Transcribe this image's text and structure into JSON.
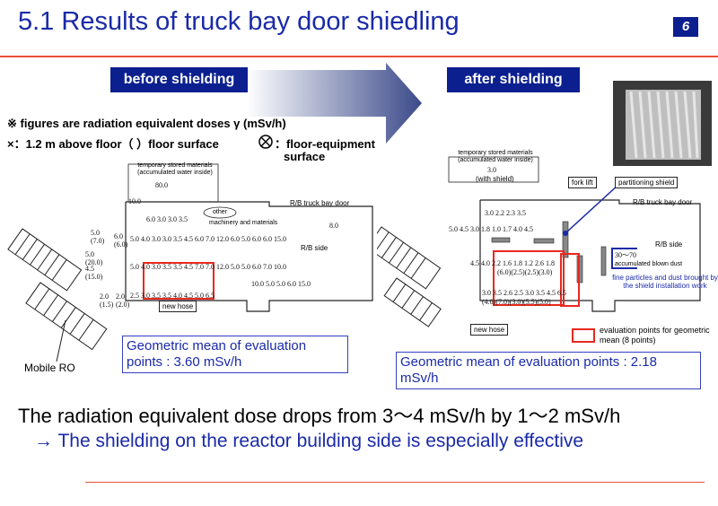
{
  "header": {
    "title": "5.1 Results of truck bay door shiedling",
    "page_number": "6"
  },
  "tags": {
    "before": "before shielding",
    "after": "after shielding"
  },
  "notes": {
    "line1": "※  figures are radiation equivalent doses γ (mSv/h)",
    "line2": "×：1.2 m above floor（  ）floor surface",
    "line2b": "：floor-equipment",
    "line3": "surface"
  },
  "before_map": {
    "temp_label": "temporary stored materials (accumulated water inside)",
    "temp_value": "80.0",
    "truck_door": "R/B truck bay door",
    "other": "other",
    "machinery": "machinery and materials",
    "rb_side": "R/B side",
    "new_hose": "new hose",
    "mobile_ro": "Mobile RO",
    "rows": [
      "10.0",
      "6.0  3.0  3.0  3.5",
      "5.0  4.0  3.0  3.0  3.5  4.5  6.0  7.0  12.0  6.0  5.0  6.0  6.0  15.0",
      "5.0  4.0  3.0  3.5  3.5  4.5  7.0  7.0  12.0  5.0  5.0  6.0  7.0  10.0",
      "2.5  3.0  3.5  3.5  4.0  4.5  5.0  6.5",
      "10.0  5.0  5.0  6.0  15.0"
    ],
    "side_vals": [
      "5.0 (7.0)",
      "6.0 (6.0)",
      "5.0 (20.0)",
      "4.5 (15.0)",
      "2.0 (1.5)",
      "2.0 (2.0)",
      "8.0"
    ],
    "mean": "Geometric mean of evaluation points : 3.60 mSv/h"
  },
  "after_map": {
    "temp_label": "temporary stored materials (accumulated water inside)",
    "temp_value": "3.0",
    "with_shield": "(with shield)",
    "fork_lift": "fork lift",
    "partition": "partitioning shield",
    "truck_door": "R/B truck bay door",
    "rb_side": "R/B side",
    "dust_range": "30～70",
    "dust_label": "accumulated blown dust",
    "fine_particles": "fine particles and dust brought by the shield installation work",
    "new_hose": "new hose",
    "rows": [
      "3.0  2.2  2.3  3.5",
      "5.0  4.5  3.0  1.8  1.0  1.7  4.0  4.5",
      "4.5  4.0  2.2  1.6  1.8  1.2  2.6  1.8",
      "(6.0)(2.5)(2.5)(3.0)",
      "3.0  3.5  2.6  2.5  3.0  3.5  4.5  6.5",
      "(4.0)(7.0)(3.0)(5.5)(5.0)"
    ],
    "eval_legend": "evaluation points for geometric mean (8 points)",
    "mean": "Geometric mean of evaluation points : 2.18 mSv/h"
  },
  "bottom": {
    "line1": "The radiation equivalent dose drops from 3～4 mSv/h by 1～2 mSv/h",
    "line2": "→ The shielding on the reactor building side is especially effective"
  },
  "colors": {
    "title": "#1a2aa8",
    "tag_bg": "#0b1f8f",
    "rule": "#e8503a",
    "eval_box": "#e8291f"
  }
}
